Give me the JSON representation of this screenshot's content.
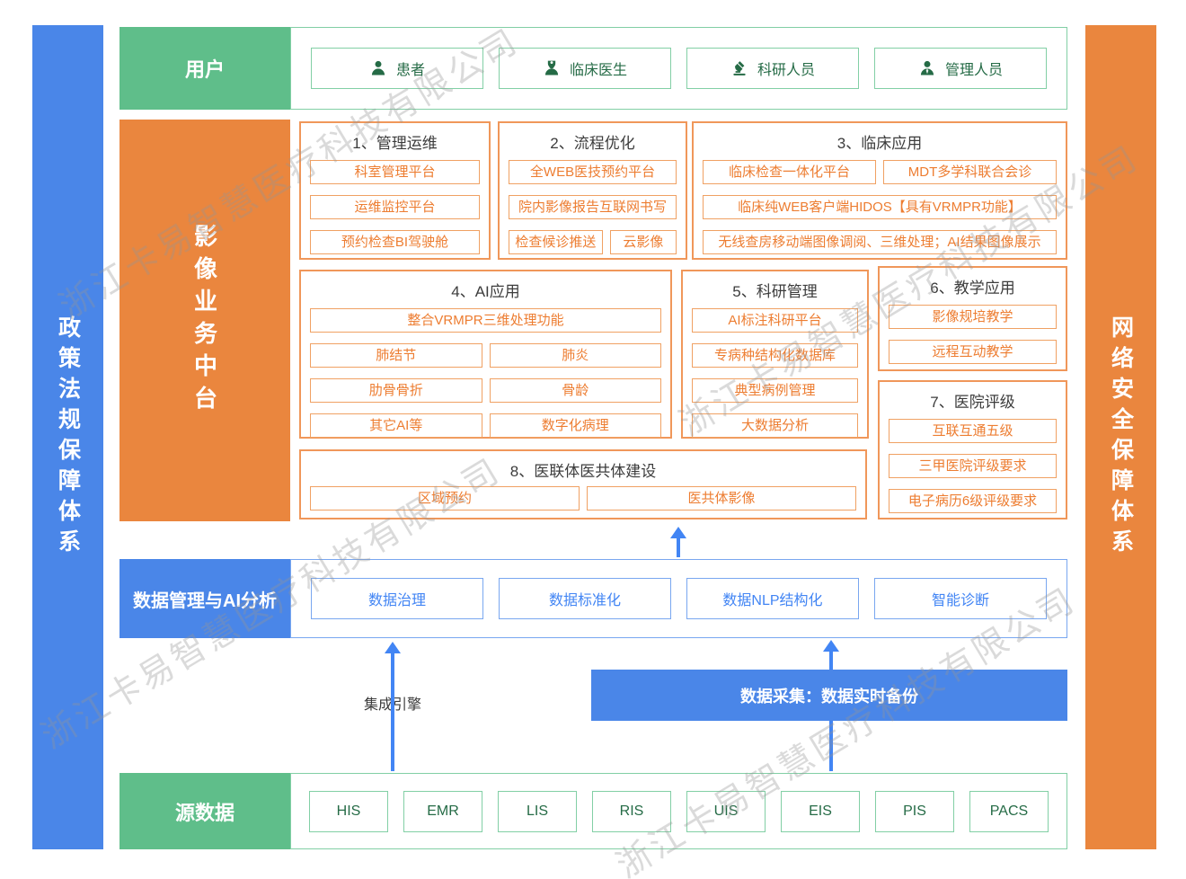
{
  "watermark": {
    "text": "浙江卡易智慧医疗科技有限公司"
  },
  "left_bar": {
    "label": "政策法规保障体系"
  },
  "right_bar": {
    "label": "网络安全保障体系"
  },
  "users_row": {
    "label": "用户",
    "items": [
      {
        "icon": "patient-icon",
        "label": "患者"
      },
      {
        "icon": "doctor-icon",
        "label": "临床医生"
      },
      {
        "icon": "researcher-icon",
        "label": "科研人员"
      },
      {
        "icon": "manager-icon",
        "label": "管理人员"
      }
    ]
  },
  "platform": {
    "label": "影像业务中台",
    "sections": [
      {
        "title": "1、管理运维",
        "rows": [
          [
            "科室管理平台"
          ],
          [
            "运维监控平台"
          ],
          [
            "预约检查BI驾驶舱"
          ]
        ]
      },
      {
        "title": "2、流程优化",
        "rows": [
          [
            "全WEB医技预约平台"
          ],
          [
            "院内影像报告互联网书写"
          ],
          [
            "检查候诊推送",
            "云影像"
          ]
        ]
      },
      {
        "title": "3、临床应用",
        "rows": [
          [
            "临床检查一体化平台",
            "MDT多学科联合会诊"
          ],
          [
            "临床纯WEB客户端HIDOS【具有VRMPR功能】"
          ],
          [
            "无线查房移动端图像调阅、三维处理；AI结果图像展示"
          ]
        ]
      },
      {
        "title": "4、AI应用",
        "rows": [
          [
            "整合VRMPR三维处理功能"
          ],
          [
            "肺结节",
            "肺炎"
          ],
          [
            "肋骨骨折",
            "骨龄"
          ],
          [
            "其它AI等",
            "数字化病理"
          ]
        ]
      },
      {
        "title": "5、科研管理",
        "rows": [
          [
            "AI标注科研平台"
          ],
          [
            "专病种结构化数据库"
          ],
          [
            "典型病例管理"
          ],
          [
            "大数据分析"
          ]
        ]
      },
      {
        "title": "6、教学应用",
        "rows": [
          [
            "影像规培教学"
          ],
          [
            "远程互动教学"
          ]
        ]
      },
      {
        "title": "7、医院评级",
        "rows": [
          [
            "互联互通五级"
          ],
          [
            "三甲医院评级要求"
          ],
          [
            "电子病历6级评级要求"
          ]
        ]
      },
      {
        "title": "8、医联体医共体建设",
        "rows": [
          [
            "区域预约",
            "医共体影像"
          ]
        ]
      }
    ]
  },
  "data_mgmt": {
    "label": "数据管理与AI分析",
    "items": [
      "数据治理",
      "数据标准化",
      "数据NLP结构化",
      "智能诊断"
    ]
  },
  "flows": {
    "integration_engine": "集成引擎",
    "data_collection": "数据采集：数据实时备份"
  },
  "source_row": {
    "label": "源数据",
    "items": [
      "HIS",
      "EMR",
      "LIS",
      "RIS",
      "UIS",
      "EIS",
      "PIS",
      "PACS"
    ]
  },
  "colors": {
    "green": "#5fbe8a",
    "green_border": "#82cfa5",
    "green_text": "#256b46",
    "orange": "#ea863e",
    "orange_border": "#f0a163",
    "orange_text": "#ed7d31",
    "blue": "#4a86e8",
    "blue_border": "#79a7f0",
    "blue_text": "#4285f4",
    "title_text": "#3c3c3c",
    "watermark": "#c9c9c9"
  }
}
